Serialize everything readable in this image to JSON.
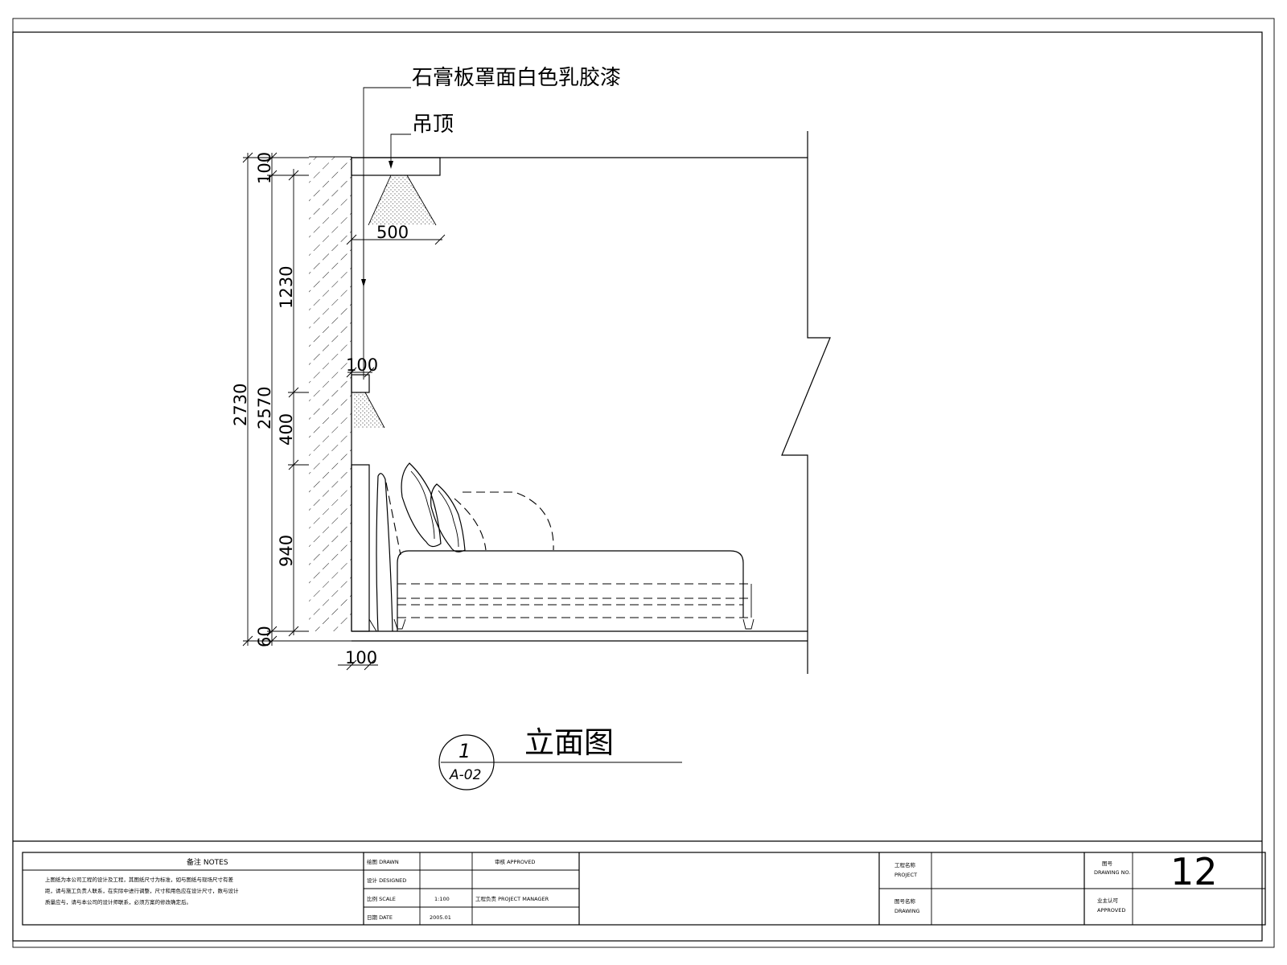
{
  "drawing": {
    "labels": {
      "ceiling_finish": "石膏板罩面白色乳胶漆",
      "suspended_ceiling": "吊顶"
    },
    "dimensions": {
      "ceiling_depth_h": "500",
      "light_box_h": "100",
      "floor_h": "100",
      "top_v": "100",
      "upper_v": "1230",
      "mid_v": "400",
      "lower_v": "940",
      "base_v": "60",
      "middle_total_v": "2570",
      "overall_v": "2730"
    },
    "view": {
      "title": "立面图",
      "number": "1",
      "sheet_ref": "A-02"
    }
  },
  "title_block": {
    "notes_label": "备注 NOTES",
    "notes_text": [
      "上图纸为本公司工程的设计及工程，其图纸尺寸为标准，如与图纸与现场尺寸有差",
      "距，请与施工负责人联系，在实际中进行调整，尺寸和用色应在设计尺寸，数与设计",
      "质量应与，请与本公司的设计师联系，必须方案的修改确定后。"
    ],
    "drawn_label": "绘图 DRAWN",
    "designed_label": "设计 DESIGNED",
    "scale_label": "比例 SCALE",
    "scale_value": "1:100",
    "date_label": "日期 DATE",
    "date_value": "2005.01",
    "approved_label": "审核 APPROVED",
    "pm_label": "工程负责 PROJECT MANAGER",
    "project_label": "工程名称",
    "project_sub": "PROJECT",
    "drawing_label": "图号名称",
    "drawing_sub": "DRAWING",
    "sheet_label": "图号",
    "sheet_sub": "DRAWING NO.",
    "sheet_number": "12",
    "license_label": "业主认可",
    "license_sub": "APPROVED"
  }
}
